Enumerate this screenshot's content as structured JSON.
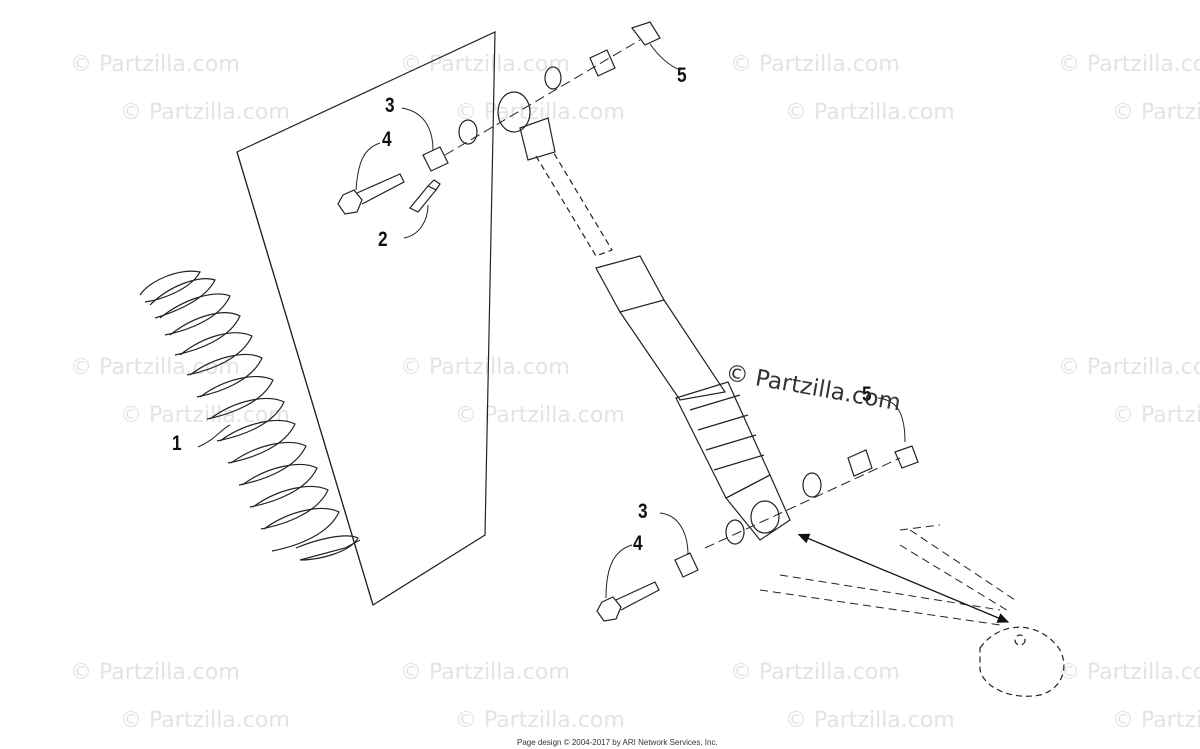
{
  "watermark": {
    "text": "© Partzilla.com",
    "faint_text": "© Partzilla.com",
    "color": "#e3e3e3"
  },
  "callouts": [
    {
      "id": "1",
      "label": "1"
    },
    {
      "id": "2",
      "label": "2"
    },
    {
      "id": "3a",
      "label": "3"
    },
    {
      "id": "4a",
      "label": "4"
    },
    {
      "id": "5a",
      "label": "5"
    },
    {
      "id": "5b",
      "label": "5"
    },
    {
      "id": "3b",
      "label": "3"
    },
    {
      "id": "4b",
      "label": "4"
    }
  ],
  "footer": {
    "text": "Page design © 2004-2017 by ARI Network Services, Inc."
  }
}
